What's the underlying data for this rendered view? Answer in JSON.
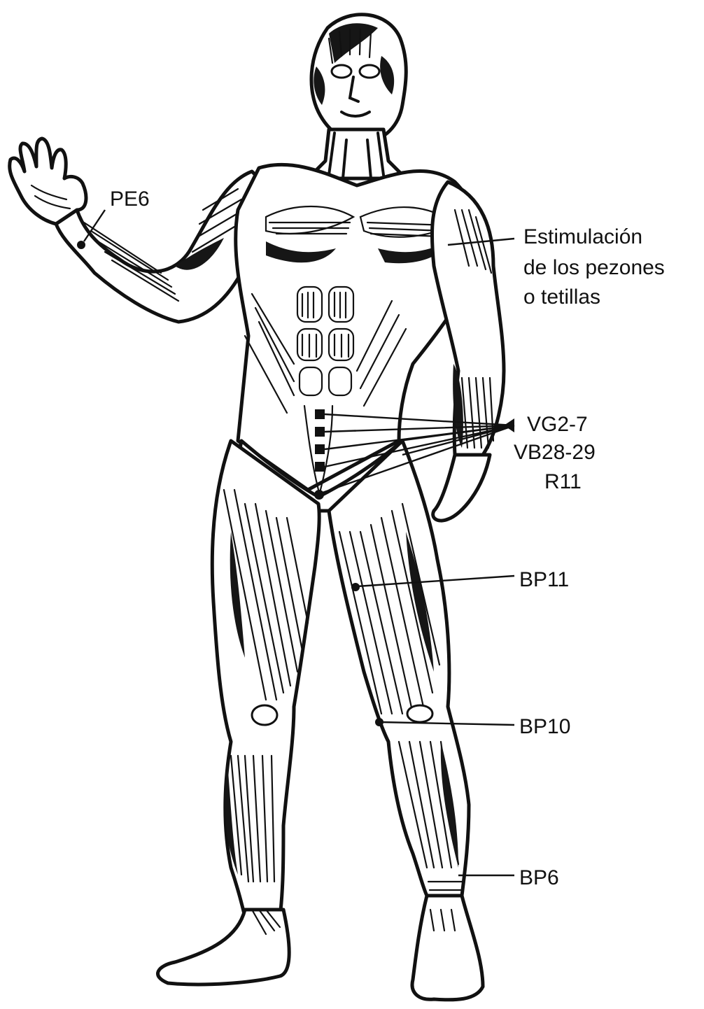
{
  "labels": {
    "pe6": "PE6",
    "nipple_line1": "Estimulación",
    "nipple_line2": "de los pezones",
    "nipple_line3": "o tetillas",
    "vg": "VG2-7",
    "vb": "VB28-29",
    "r": "R11",
    "bp11": "BP11",
    "bp10": "BP10",
    "bp6": "BP6"
  },
  "colors": {
    "ink": "#111111",
    "background": "#ffffff"
  }
}
